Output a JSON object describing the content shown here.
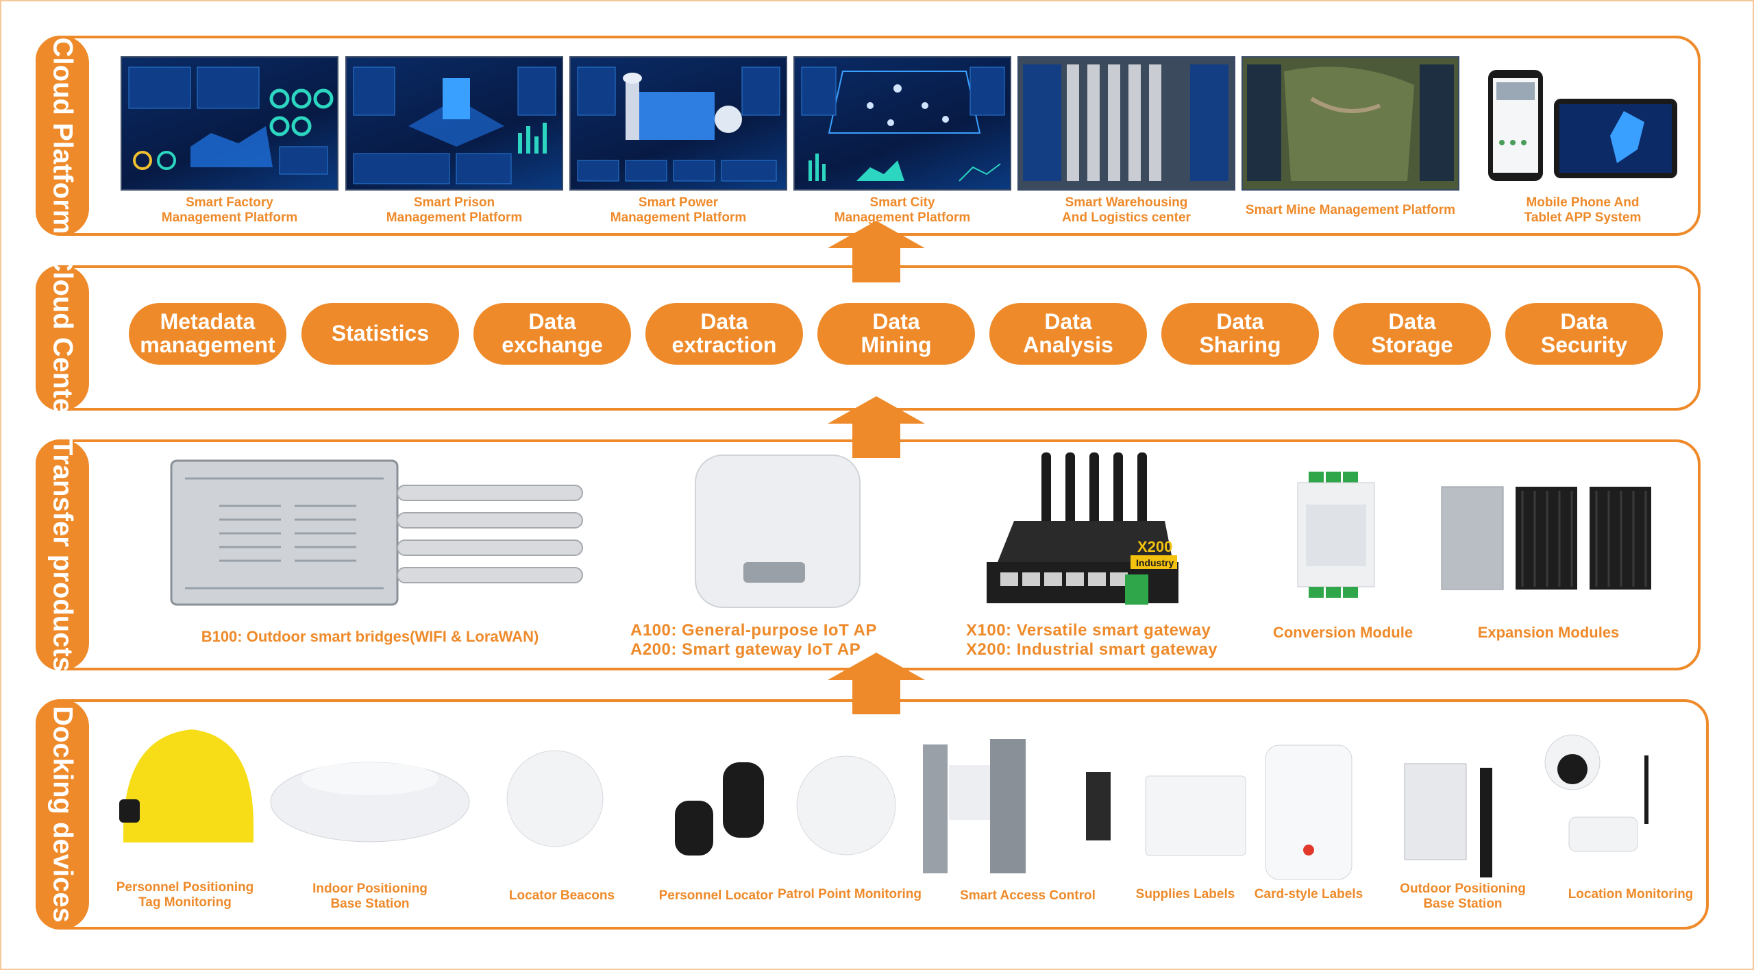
{
  "colors": {
    "accent": "#ee8a2a",
    "text_on_accent": "#ffffff",
    "screen_bg": "#0a2b66"
  },
  "layers": {
    "cloud_platform": {
      "title": "Cloud Platform",
      "items": [
        {
          "label": "Smart Factory\nManagement Platform"
        },
        {
          "label": "Smart Prison\nManagement Platform"
        },
        {
          "label": "Smart Power\nManagement Platform"
        },
        {
          "label": "Smart City\nManagement Platform"
        },
        {
          "label": "Smart Warehousing\nAnd Logistics center"
        },
        {
          "label": "Smart Mine Management Platform"
        },
        {
          "label": "Mobile Phone And\nTablet APP System"
        }
      ]
    },
    "cloud_center": {
      "title": "Cloud Center",
      "items": [
        {
          "label": "Metadata\nmanagement"
        },
        {
          "label": "Statistics"
        },
        {
          "label": "Data\nexchange"
        },
        {
          "label": "Data\nextraction"
        },
        {
          "label": "Data\nMining"
        },
        {
          "label": "Data\nAnalysis"
        },
        {
          "label": "Data\nSharing"
        },
        {
          "label": "Data\nStorage"
        },
        {
          "label": "Data\nSecurity"
        }
      ]
    },
    "transfer_products": {
      "title": "Transfer products",
      "items": [
        {
          "label": "B100: Outdoor smart bridges(WIFI & LoraWAN)"
        },
        {
          "label": "A100: General-purpose IoT AP\nA200: Smart gateway IoT AP"
        },
        {
          "label": "X100:  Versatile smart gateway\nX200: Industrial smart gateway"
        },
        {
          "label": "Conversion Module"
        },
        {
          "label": "Expansion Modules"
        }
      ],
      "device_text": {
        "x200_badge": "X200",
        "x200_sub": "Industry"
      }
    },
    "docking_devices": {
      "title": "Docking devices",
      "items": [
        {
          "label": "Personnel Positioning\nTag Monitoring"
        },
        {
          "label": "Indoor Positioning\nBase Station"
        },
        {
          "label": "Locator Beacons"
        },
        {
          "label": "Personnel Locator"
        },
        {
          "label": "Patrol Point Monitoring"
        },
        {
          "label": "Smart Access Control"
        },
        {
          "label": "Supplies Labels"
        },
        {
          "label": "Card-style Labels"
        },
        {
          "label": "Outdoor Positioning\nBase Station"
        },
        {
          "label": "Location Monitoring"
        }
      ]
    }
  }
}
